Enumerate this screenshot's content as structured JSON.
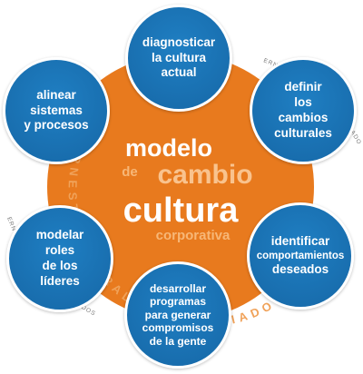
{
  "colors": {
    "orange": "#e87a1e",
    "orange_dark": "#d46a12",
    "blue": "#1f7fc3",
    "blue_dark": "#1667a6",
    "node_stroke": "#ffffff",
    "watermark": "#f0a259",
    "side_text": "#7a7a7a"
  },
  "center": {
    "line1": "modelo",
    "de": "de",
    "line2": "cambio",
    "line3": "cultura",
    "line4": "corporativa"
  },
  "watermark": "ERNESTO YTURRALDE & ASOCIADOS",
  "nodes": [
    {
      "id": "diagnosticar",
      "text": [
        "diagnosticar",
        "la cultura",
        "actual"
      ]
    },
    {
      "id": "definir",
      "text": [
        "definir",
        "los",
        "cambios",
        "culturales"
      ]
    },
    {
      "id": "identificar",
      "text": [
        "identificar",
        "comportamientos",
        "deseados"
      ]
    },
    {
      "id": "desarrollar",
      "text": [
        "desarrollar",
        "programas",
        "para generar",
        "compromisos",
        "de la gente"
      ]
    },
    {
      "id": "modelar",
      "text": [
        "modelar",
        "roles",
        "de los",
        "líderes"
      ]
    },
    {
      "id": "alinear",
      "text": [
        "alinear",
        "sistemas",
        "y procesos"
      ]
    }
  ]
}
